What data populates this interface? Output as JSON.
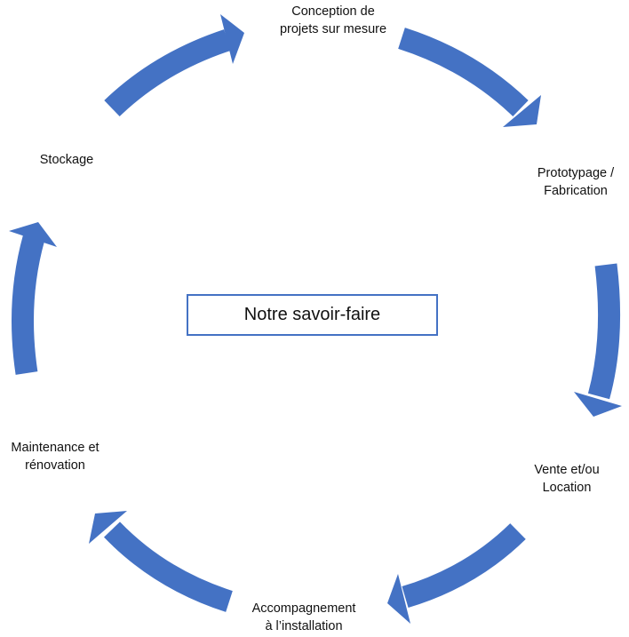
{
  "center_title": "Notre savoir-faire",
  "steps": [
    {
      "line1": "Conception de",
      "line2": "projets sur mesure"
    },
    {
      "line1": "Prototypage /",
      "line2": "Fabrication"
    },
    {
      "line1": "Vente et/ou",
      "line2": "Location"
    },
    {
      "line1": "Accompagnement",
      "line2": "à l’installation"
    },
    {
      "line1": "Maintenance et",
      "line2": "rénovation"
    },
    {
      "line1": "Stockage"
    }
  ],
  "colors": {
    "arrow": "#4472C4",
    "box_border": "#4472C4"
  }
}
